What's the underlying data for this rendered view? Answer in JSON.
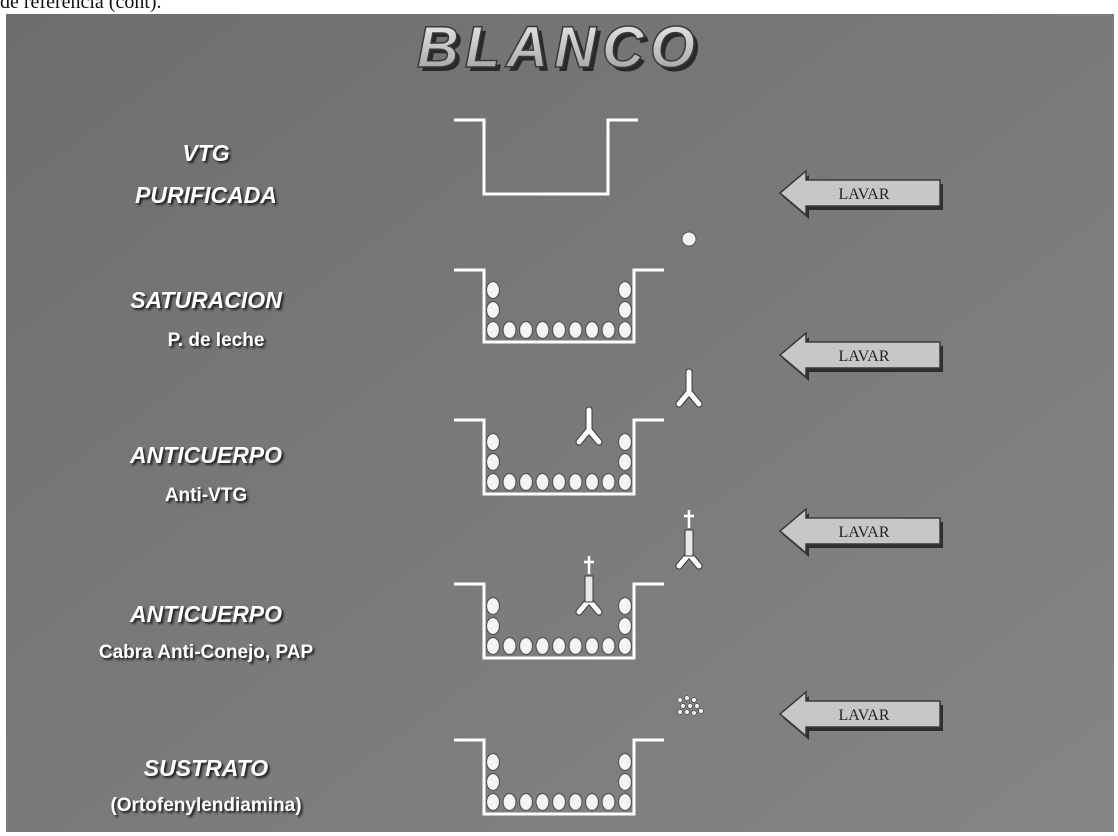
{
  "header_fragment": "de referencia (cont).",
  "title": "BLANCO",
  "steps": [
    {
      "name": "VTG",
      "sub": "PURIFICADA"
    },
    {
      "name": "SATURACION",
      "sub": "P. de leche"
    },
    {
      "name": "ANTICUERPO",
      "sub": "Anti-VTG"
    },
    {
      "name": "ANTICUERPO",
      "sub": "Cabra Anti-Conejo, PAP"
    },
    {
      "name": "SUSTRATO",
      "sub": "(Ortofenylendiamina)"
    }
  ],
  "wash_label": "LAVAR",
  "colors": {
    "background": "#707070",
    "arrow_fill": "#c7c7c7",
    "well_outline": "#ffffff",
    "title_fill": "#d8d8d8"
  }
}
